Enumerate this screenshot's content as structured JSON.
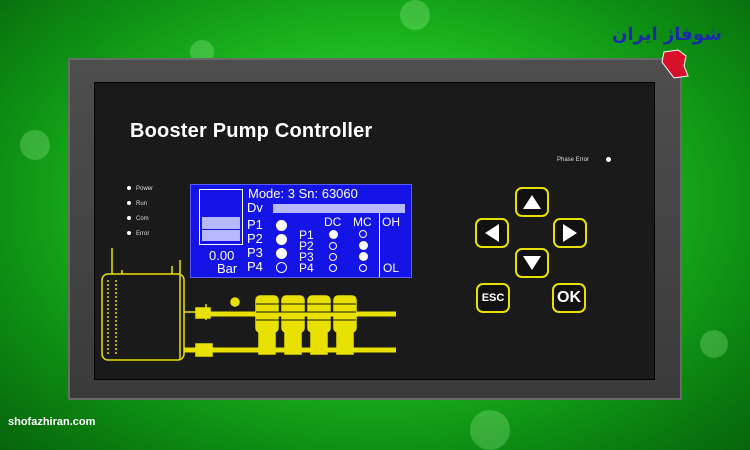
{
  "device": {
    "title": "Booster Pump Controller",
    "phase_error_label": "Phase Error",
    "indicators": [
      "Power",
      "Run",
      "Com",
      "Error"
    ]
  },
  "lcd": {
    "mode_line": "Mode: 3   Sn: 63060",
    "dv_label": "Dv",
    "pump_labels": [
      "P1",
      "P2",
      "P3",
      "P4"
    ],
    "pressure_value": "0.00",
    "pressure_unit": "Bar",
    "dc_label": "DC",
    "mc_label": "MC",
    "oh_label": "OH",
    "ol_label": "OL"
  },
  "keys": {
    "esc_label": "ESC",
    "ok_label": "OK"
  },
  "watermark": {
    "logo_text": "شوفاژ ایران",
    "site": "shofazhiran.com"
  },
  "colors": {
    "lcd_background": "#1414e6",
    "key_border": "#e8e000",
    "schematic": "#e8e000",
    "background": "#1cb81e"
  }
}
